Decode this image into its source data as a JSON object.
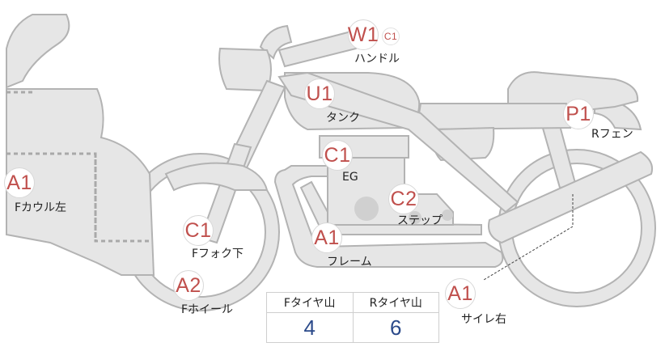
{
  "markers": {
    "w1": {
      "code": "W1",
      "sub_code": "C1",
      "label": "ハンドル"
    },
    "u1": {
      "code": "U1",
      "label": "タンク"
    },
    "p1": {
      "code": "P1",
      "label": "Rフェン"
    },
    "c1_eg": {
      "code": "C1",
      "label": "EG"
    },
    "c2": {
      "code": "C2",
      "label": "ステップ"
    },
    "a1_cowl": {
      "code": "A1",
      "label": "Fカウル左"
    },
    "c1_fork": {
      "code": "C1",
      "label": "Fフォク下"
    },
    "a1_frame": {
      "code": "A1",
      "label": "フレーム"
    },
    "a2": {
      "code": "A2",
      "label": "Fホイール"
    },
    "a1_muffler": {
      "code": "A1",
      "label": "サイレ右"
    }
  },
  "tread_table": {
    "front_header": "Fタイヤ山",
    "rear_header": "Rタイヤ山",
    "front_value": "4",
    "rear_value": "6"
  },
  "colors": {
    "body_fill": "#e6e6e6",
    "outline": "#b3b3b3",
    "marker_text": "#c0504d",
    "value_text": "#2b4a8a"
  }
}
